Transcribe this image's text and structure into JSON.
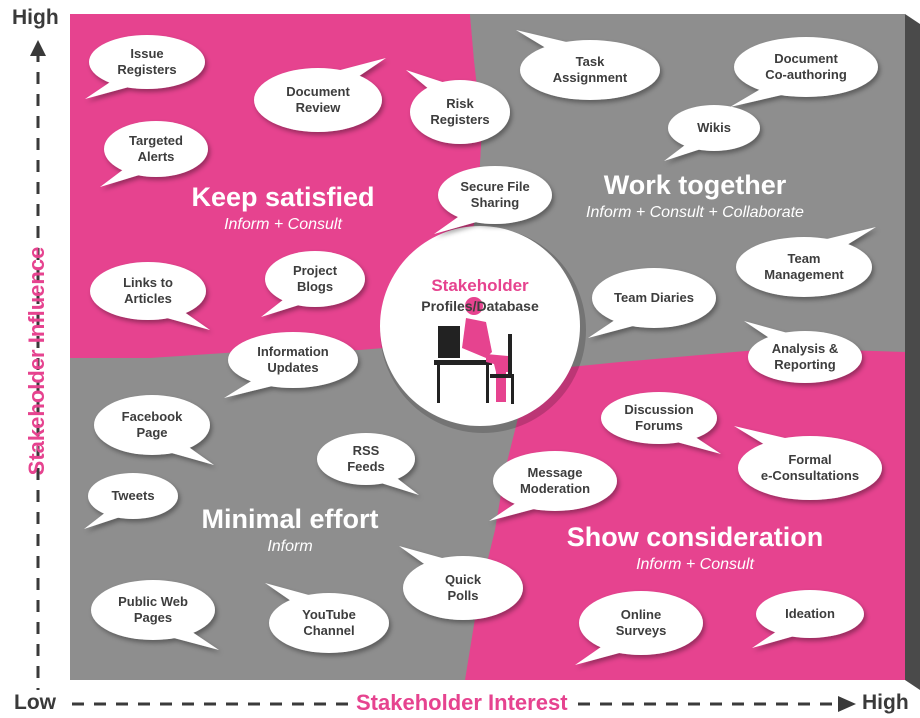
{
  "axes": {
    "y_high": "High",
    "y_title": "Stakeholder Influence",
    "x_low": "Low",
    "x_title": "Stakeholder Interest",
    "x_high": "High"
  },
  "quadrants": {
    "keep_satisfied": {
      "title": "Keep satisfied",
      "subtitle": "Inform + Consult"
    },
    "work_together": {
      "title": "Work together",
      "subtitle": "Inform + Consult + Collaborate"
    },
    "minimal_effort": {
      "title": "Minimal effort",
      "subtitle": "Inform"
    },
    "show_consideration": {
      "title": "Show consideration",
      "subtitle": "Inform + Consult"
    }
  },
  "center": {
    "title": "Stakeholder",
    "subtitle": "Profiles/Database"
  },
  "bubbles": {
    "issue_registers": [
      "Issue",
      "Registers"
    ],
    "document_review": [
      "Document",
      "Review"
    ],
    "targeted_alerts": [
      "Targeted",
      "Alerts"
    ],
    "risk_registers": [
      "Risk",
      "Registers"
    ],
    "task_assignment": [
      "Task",
      "Assignment"
    ],
    "document_coauthoring": [
      "Document",
      "Co-authoring"
    ],
    "wikis": [
      "Wikis"
    ],
    "secure_file_sharing": [
      "Secure File",
      "Sharing"
    ],
    "links_to_articles": [
      "Links to",
      "Articles"
    ],
    "project_blogs": [
      "Project",
      "Blogs"
    ],
    "team_diaries": [
      "Team Diaries"
    ],
    "team_management": [
      "Team",
      "Management"
    ],
    "information_updates": [
      "Information",
      "Updates"
    ],
    "analysis_reporting": [
      "Analysis &",
      "Reporting"
    ],
    "facebook_page": [
      "Facebook",
      "Page"
    ],
    "rss_feeds": [
      "RSS",
      "Feeds"
    ],
    "discussion_forums": [
      "Discussion",
      "Forums"
    ],
    "formal_econsultations": [
      "Formal",
      "e-Consultations"
    ],
    "tweets": [
      "Tweets"
    ],
    "message_moderation": [
      "Message",
      "Moderation"
    ],
    "quick_polls": [
      "Quick",
      "Polls"
    ],
    "public_web_pages": [
      "Public Web",
      "Pages"
    ],
    "youtube_channel": [
      "YouTube",
      "Channel"
    ],
    "online_surveys": [
      "Online",
      "Surveys"
    ],
    "ideation": [
      "Ideation"
    ]
  },
  "colors": {
    "pink": "#e6438f",
    "gray": "#8e8e8e",
    "bubble": "#ffffff",
    "bubble_text": "#3d3d3d",
    "axis_text": "#3a3a3a"
  }
}
